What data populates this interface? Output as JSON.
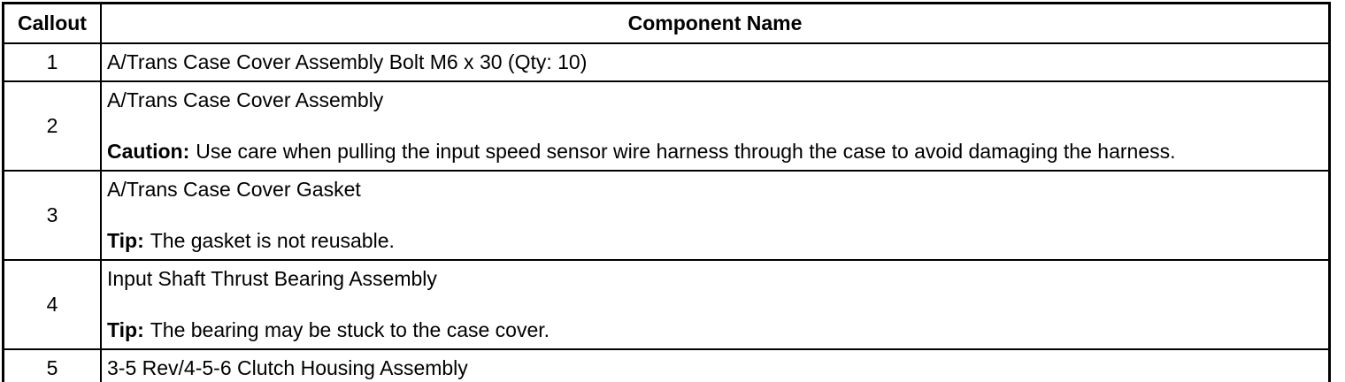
{
  "table": {
    "headers": [
      "Callout",
      "Component Name"
    ],
    "rows": [
      {
        "callout": "1",
        "name": "A/Trans Case Cover Assembly Bolt M6 x 30 (Qty: 10)"
      },
      {
        "callout": "2",
        "name": "A/Trans Case Cover Assembly",
        "note_label": "Caution:",
        "note_text": "Use care when pulling the input speed sensor wire harness through the case to avoid damaging the harness."
      },
      {
        "callout": "3",
        "name": "A/Trans Case Cover Gasket",
        "note_label": "Tip:",
        "note_text": "The gasket is not reusable."
      },
      {
        "callout": "4",
        "name": "Input Shaft Thrust Bearing Assembly",
        "note_label": "Tip:",
        "note_text": "The bearing may be stuck to the case cover."
      },
      {
        "callout": "5",
        "name": "3-5 Rev/4-5-6 Clutch Housing Assembly"
      }
    ],
    "colors": {
      "border": "#000000",
      "text": "#000000",
      "background": "#ffffff"
    }
  }
}
